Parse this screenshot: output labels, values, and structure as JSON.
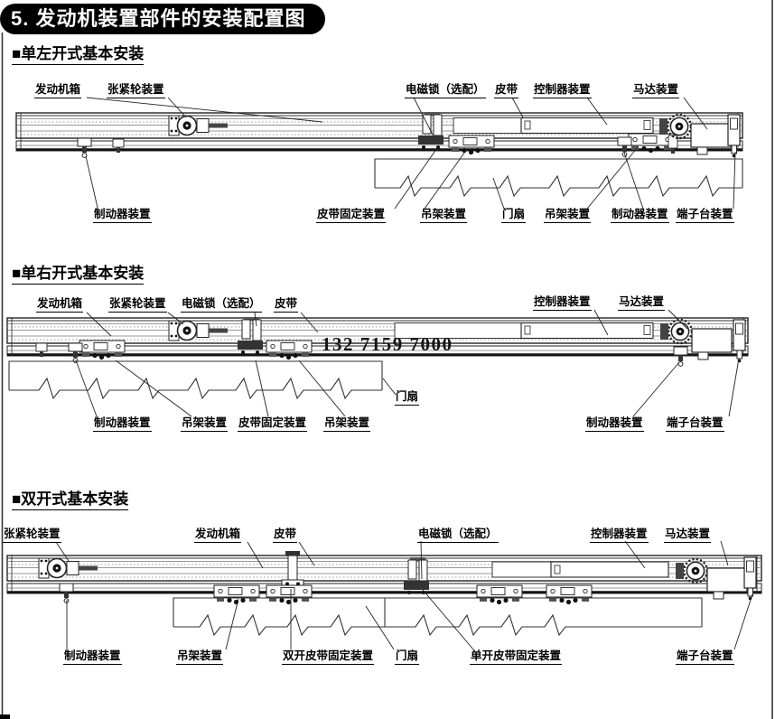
{
  "page": {
    "title": "5. 发动机装置部件的安装配置图"
  },
  "watermark": "132 7159 7000",
  "sections": [
    {
      "heading": "■单左开式基本安装",
      "labels": {
        "engine_box": "发动机箱",
        "tensioner": "张紧轮装置",
        "em_lock": "电磁锁（选配）",
        "belt": "皮带",
        "controller": "控制器装置",
        "motor": "马达装置",
        "brake_left": "制动器装置",
        "belt_fixer": "皮带固定装置",
        "hanger_front": "吊架装置",
        "door": "门扇",
        "hanger_rear": "吊架装置",
        "brake_right": "制动器装置",
        "terminal": "端子台装置"
      }
    },
    {
      "heading": "■单右开式基本安装",
      "labels": {
        "engine_box": "发动机箱",
        "tensioner": "张紧轮装置",
        "em_lock": "电磁锁（选配）",
        "belt": "皮带",
        "controller": "控制器装置",
        "motor": "马达装置",
        "brake_left": "制动器装置",
        "hanger_front": "吊架装置",
        "belt_fixer": "皮带固定装置",
        "hanger_rear": "吊架装置",
        "door": "门扇",
        "brake_right": "制动器装置",
        "terminal": "端子台装置"
      }
    },
    {
      "heading": "■双开式基本安装",
      "labels": {
        "tensioner": "张紧轮装置",
        "engine_box": "发动机箱",
        "belt": "皮带",
        "em_lock": "电磁锁（选配）",
        "controller": "控制器装置",
        "motor": "马达装置",
        "brake_left": "制动器装置",
        "hanger": "吊架装置",
        "double_belt_fixer": "双开皮带固定装置",
        "door": "门扇",
        "single_belt_fixer": "单开皮带固定装置",
        "terminal": "端子台装置"
      }
    }
  ]
}
